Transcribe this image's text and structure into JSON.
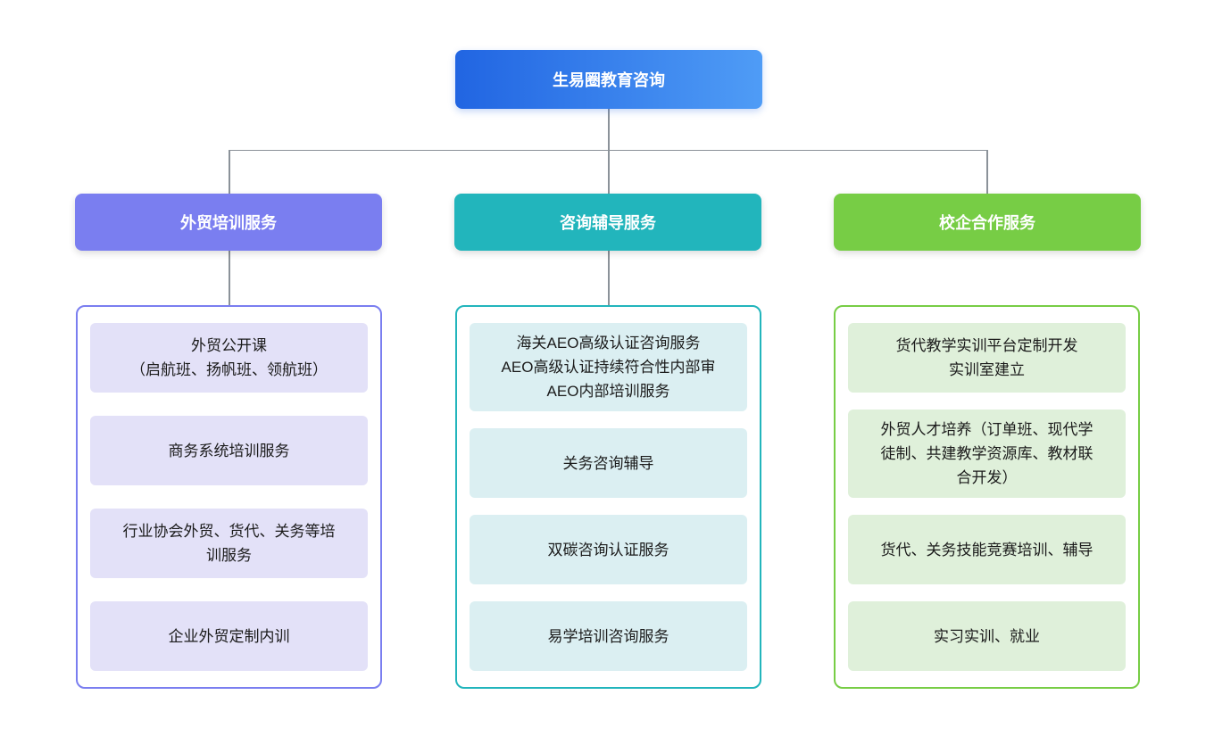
{
  "root": {
    "label": "生易圈教育咨询"
  },
  "colors": {
    "root_gradient_start": "#2165e2",
    "root_gradient_end": "#4f9cf6",
    "branch_trade_training": "#7a7ef0",
    "branch_consulting": "#22b5bc",
    "branch_school_enterprise": "#77cd45",
    "item_bg_trade_training": "#e3e1f8",
    "item_bg_consulting": "#dbeff2",
    "item_bg_school_enterprise": "#dff0da",
    "connector_line": "#8b9299"
  },
  "branches": [
    {
      "label": "外贸培训服务",
      "items": [
        "外贸公开课\n（启航班、扬帆班、领航班）",
        "商务系统培训服务",
        "行业协会外贸、货代、关务等培\n训服务",
        "企业外贸定制内训"
      ]
    },
    {
      "label": "咨询辅导服务",
      "items": [
        "海关AEO高级认证咨询服务\nAEO高级认证持续符合性内部审\nAEO内部培训服务",
        "关务咨询辅导",
        "双碳咨询认证服务",
        "易学培训咨询服务"
      ]
    },
    {
      "label": "校企合作服务",
      "items": [
        "货代教学实训平台定制开发\n实训室建立",
        "外贸人才培养（订单班、现代学\n徒制、共建教学资源库、教材联\n合开发）",
        "货代、关务技能竞赛培训、辅导",
        "实习实训、就业"
      ]
    }
  ]
}
